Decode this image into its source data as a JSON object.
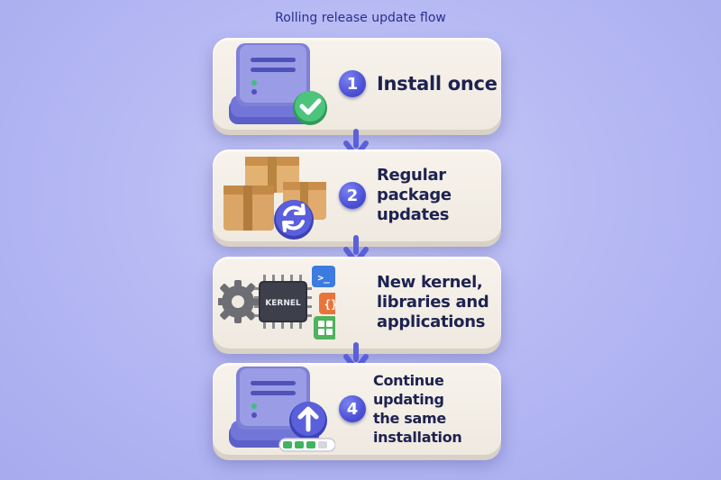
{
  "title": "Rolling release update flow",
  "steps": [
    {
      "number": "1",
      "line1": "Install once",
      "line2": "",
      "line3": "",
      "icon": "server-check-icon"
    },
    {
      "number": "2",
      "line1": "Regular package",
      "line2": "updates",
      "line3": "",
      "icon": "boxes-refresh-icon"
    },
    {
      "number": "",
      "line1": "New kernel,",
      "line2": "libraries and",
      "line3": "applications",
      "icon": "kernel-chip-icon"
    },
    {
      "number": "4",
      "line1": "Continue updating",
      "line2": "the same installation",
      "line3": "",
      "icon": "server-upload-icon"
    }
  ],
  "kernel_chip_label": "KERNEL",
  "terminal_glyph": ">_",
  "code_glyph": "{}",
  "colors": {
    "accent": "#4c52d6",
    "server": "#8f8fe0",
    "check": "#3db06a",
    "box": "#d9a464",
    "gear": "#707077",
    "chip": "#3a3d47",
    "terminal": "#3c7be0",
    "code": "#e8743b",
    "grid": "#4fb35b"
  }
}
